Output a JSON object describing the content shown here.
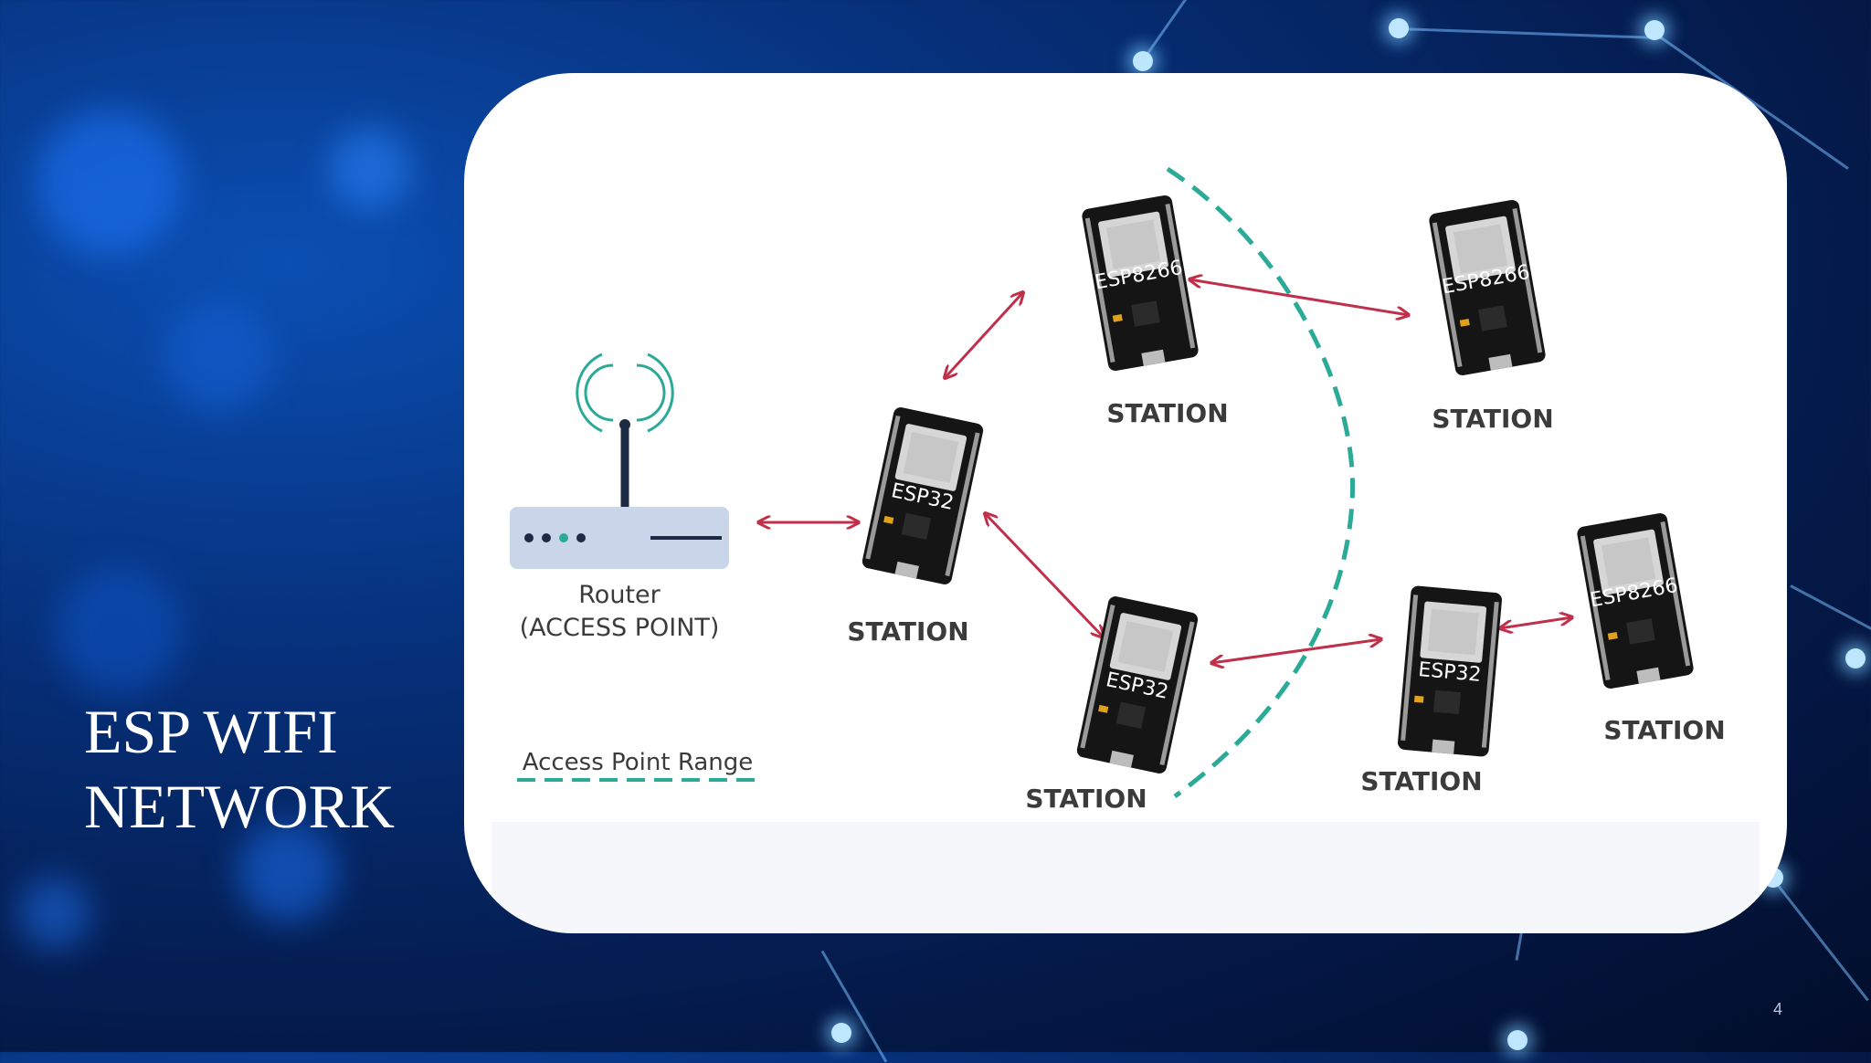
{
  "slide": {
    "title_line1": "ESP WIFI",
    "title_line2": "NETWORK",
    "page_number": "4"
  },
  "diagram": {
    "router_label": "Router",
    "router_sublabel": "(ACCESS POINT)",
    "legend_label": "Access Point Range",
    "station_label": "STATION",
    "board_esp32": "ESP32",
    "board_esp8266": "ESP8266",
    "colors": {
      "arrow": "#c0304a",
      "range": "#2bab97",
      "board": "#151515",
      "router": "#c9d6ea"
    }
  }
}
